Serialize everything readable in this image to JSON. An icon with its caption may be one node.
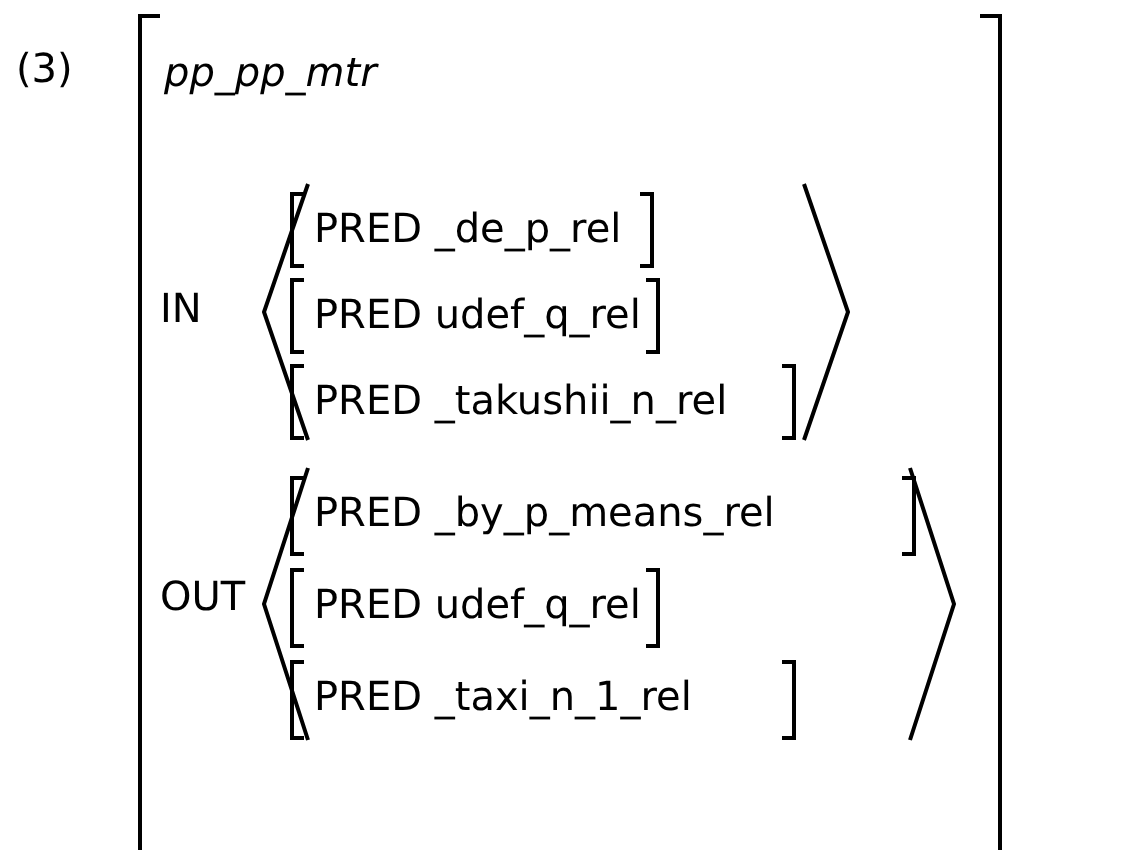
{
  "diagram": {
    "nodes": [
      {
        "text": [
          "pp_pp_mtr"
        ]
      },
      {
        "text": [
          "IN"
        ],
        "in": 0
      },
      {
        "text": [
          "PRED _de_p_rel"
        ],
        "in": 1
      },
      {
        "text": [
          "PRED udef_q_rel"
        ],
        "in": 1
      },
      {
        "text": [
          "PRED _takushii_n_rel"
        ],
        "in": 1
      },
      {
        "text": [
          "OUT"
        ],
        "in": 0
      },
      {
        "text": [
          "PRED _by_p_means_rel"
        ],
        "in": 5
      },
      {
        "text": [
          "PRED udef_q_rel"
        ],
        "in": 5
      },
      {
        "text": [
          "PRED _taxi_n_1_rel"
        ],
        "in": 5
      }
    ],
    "edges": [],
    "labels": [
      "(3)"
    ]
  }
}
